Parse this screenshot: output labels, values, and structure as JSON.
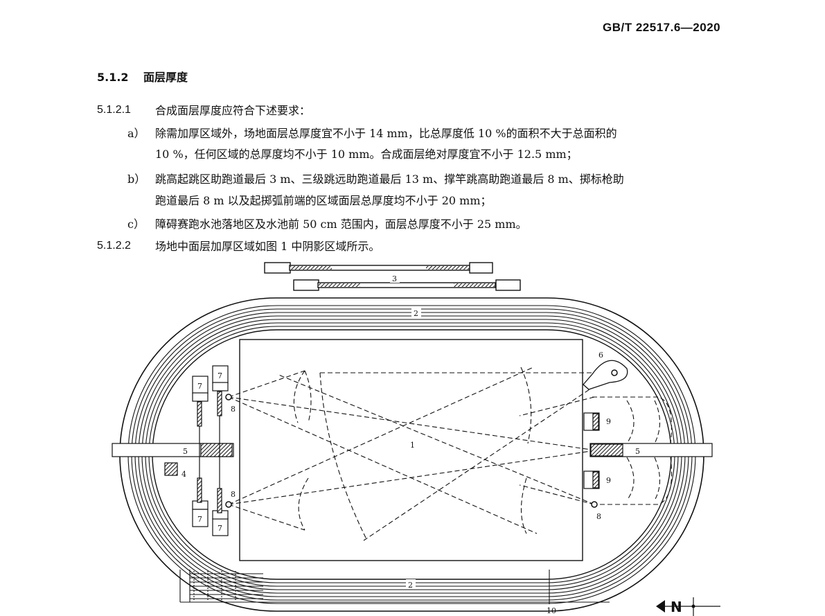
{
  "header": {
    "standard_code": "GB/T 22517.6—2020"
  },
  "section": {
    "number": "5.1.2",
    "title": "面层厚度"
  },
  "clause_1": {
    "number": "5.1.2.1",
    "intro": "合成面层厚度应符合下述要求：",
    "items": [
      {
        "label": "a）",
        "lines": [
          "除需加厚区域外，场地面层总厚度宜不小于 14 mm，比总厚度低 10 %的面积不大于总面积的",
          "10 %，任何区域的总厚度均不小于 10 mm。合成面层绝对厚度宜不小于 12.5 mm；"
        ]
      },
      {
        "label": "b）",
        "lines": [
          "跳高起跳区助跑道最后 3 m、三级跳远助跑道最后 13 m、撑竿跳高助跑道最后 8 m、掷标枪助",
          "跑道最后 8 m 以及起掷弧前端的区域面层总厚度均不小于 20 mm；"
        ]
      },
      {
        "label": "c）",
        "lines": [
          "障碍赛跑水池落地区及水池前 50 cm 范围内，面层总厚度不小于 25 mm。"
        ]
      }
    ]
  },
  "clause_2": {
    "number": "5.1.2.2",
    "text": "场地中面层加厚区域如图 1 中阴影区域所示。"
  },
  "figure": {
    "labels": {
      "l1": "1",
      "l2_top": "2",
      "l2_bottom": "2",
      "l3": "3",
      "l4": "4",
      "l5_left": "5",
      "l5_right": "5",
      "l6": "6",
      "l7": "7",
      "l8": "8",
      "l9": "9",
      "l10": "10"
    },
    "north_label": "N"
  }
}
